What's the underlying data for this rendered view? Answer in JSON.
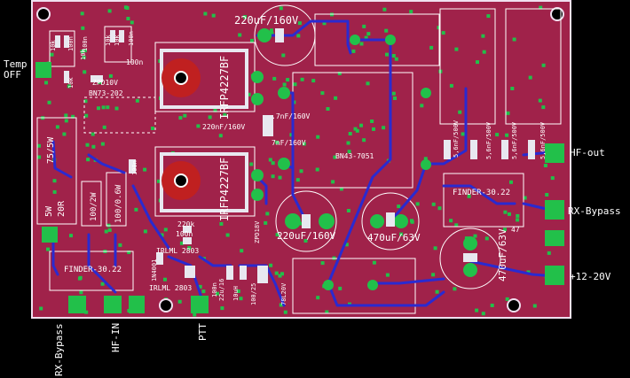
{
  "board": {
    "colors": {
      "background": "#000000",
      "copper": "#a0224a",
      "board_edge": "#f0e0f0",
      "trace": "#2a2ad0",
      "silkscreen": "#ffffff",
      "pad": "#22c04a",
      "hole": "#000000",
      "thermal": "#c02020",
      "via": "#e8e8e8"
    },
    "edge_labels": {
      "temp": "Temp",
      "off": "OFF",
      "hf_out": "HF-out",
      "rx_bypass_right": "RX-Bypass",
      "power": "+12-20V",
      "rx_bypass_bottom": "RX-Bypass",
      "hf_in": "HF-IN",
      "ptt": "PTT"
    },
    "silkscreen": {
      "cap_top": "220uF/160V",
      "fet_top": "IRFP4227BF",
      "fet_bottom": "IRFP4227BF",
      "cap_mid_left": "220uF/160V",
      "cap_mid_right": "470uF/63V",
      "cap_right": "470uF/63V",
      "toroid_top": "BN73-202",
      "toroid_mid": "BN43-7051",
      "zener": "ZPD10V",
      "c100n_1": "100n",
      "c100n_2": "100n",
      "c100n_3": "100n",
      "c100n_4": "100n",
      "c100n_5": "100n",
      "c100n_6": "100n",
      "r10k_1": "10k",
      "r10k_2": "10k",
      "r10k_3": "10k",
      "r10k_4": "10k",
      "r10k_5": "10k",
      "r220k": "220k",
      "c7n_1": ".7nF/160V",
      "c7n_2": "7nF/160V",
      "c220nf": "220nF/160V",
      "res_75": "75/5W",
      "res_5w": "5W",
      "res_20": "20R",
      "res_100": "100/2W",
      "res_100b": "100/0.6W",
      "relay_left": "FINDER-30.22",
      "relay_right": "FINDER-30.22",
      "irlml_1": "IRLML 2803",
      "irlml_2": "IRLML 2803",
      "diode": "1N4001",
      "zpd": "ZPD18V",
      "c5n_1": "5,6nF/500V",
      "c5n_2": "5,6nF/500V",
      "c5n_3": "5,6nF/500V",
      "c5n_4": "5,6nF/500V",
      "r47": "47",
      "cap_22u": "22u/16",
      "reg": "78L20V",
      "reg2": "100/25",
      "ind_1": "100n",
      "ind_2": "10uH"
    }
  }
}
